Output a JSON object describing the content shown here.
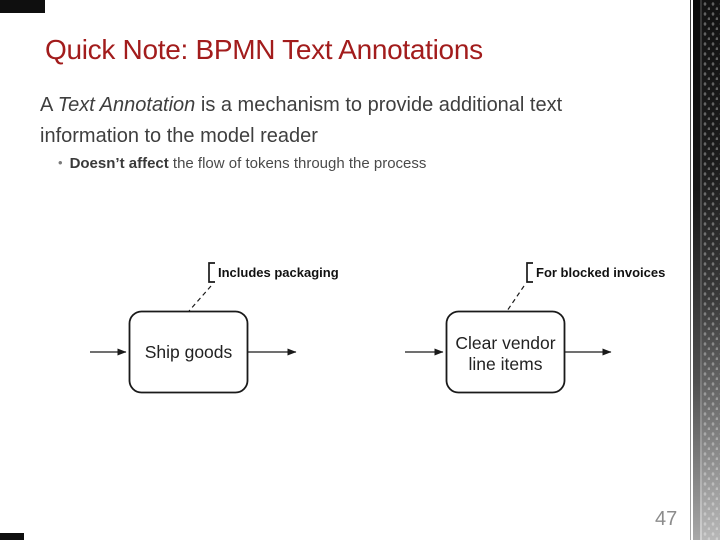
{
  "slide": {
    "title": "Quick Note: BPMN Text Annotations",
    "page_number": "47"
  },
  "body": {
    "line1_prefix": "A ",
    "line1_italic": "Text Annotation",
    "line1_rest": " is a mechanism to provide additional text",
    "line2": "information to the model reader",
    "bullet_glyph": "•",
    "bullet_bold": "Doesn’t affect",
    "bullet_rest": " the flow of tokens through the process"
  },
  "diagram": {
    "annotation1_label": "Includes packaging",
    "annotation2_label": "For blocked invoices",
    "task1_label": "Ship goods",
    "task2_label_line1": "Clear vendor",
    "task2_label_line2": "line items"
  },
  "colors": {
    "title_red": "#A21C1C",
    "body_gray": "#3F3F3F",
    "diagram_ink": "#1a1a1a",
    "page_number_gray": "#8c8c8c"
  }
}
